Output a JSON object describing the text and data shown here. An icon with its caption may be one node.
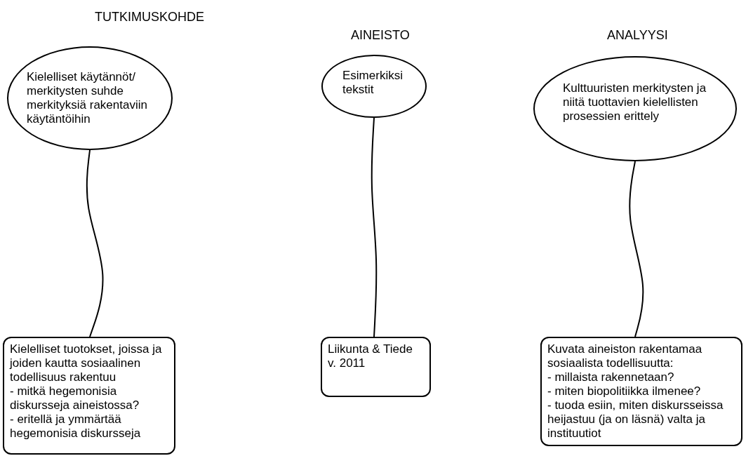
{
  "diagram": {
    "nodes": [
      {
        "text": [
          "Kielelliset käytännöt/ merkitysten suhde merkityksiä rakentaviin käytäntöihin"
        ]
      },
      {
        "text": [
          "Esimerkiksi tekstit"
        ]
      },
      {
        "text": [
          "Kulttuuristen merkitysten ja niitä tuottavien kielellisten prosessien erittely"
        ]
      },
      {
        "text": [
          "Kielelliset tuotokset, joissa ja joiden kautta sosiaalinen todellisuus rakentuu",
          "- mitkä hegemonisia diskursseja aineistossa?",
          "- eritellä ja ymmärtää hegemonisia diskursseja"
        ]
      },
      {
        "text": [
          "Liikunta & Tiede v. 2011"
        ]
      },
      {
        "text": [
          "Kuvata aineiston rakentamaa sosiaalista todellisuutta:",
          "- millaista rakennetaan?",
          "- miten biopolitiikka ilmenee?",
          "- tuoda esiin, miten diskursseissa heijastuu (ja on läsnä) valta ja instituutiot"
        ]
      }
    ],
    "edges": [
      {
        "from": 0,
        "to": 3,
        "arrow": "none"
      },
      {
        "from": 1,
        "to": 4,
        "arrow": "none"
      },
      {
        "from": 2,
        "to": 5,
        "arrow": "none"
      }
    ],
    "labels": [
      "TUTKIMUSKOHDE",
      "AINEISTO",
      "ANALYYSI"
    ]
  }
}
